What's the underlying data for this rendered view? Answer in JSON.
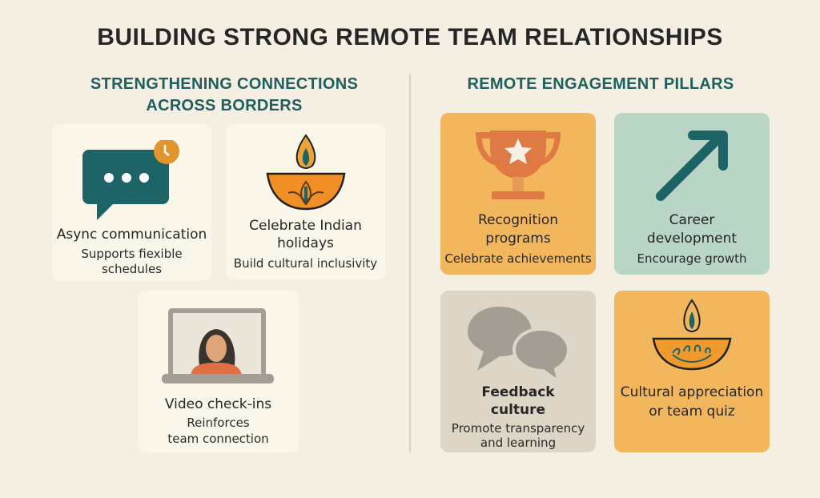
{
  "title": "BUILDING STRONG REMOTE TEAM RELATIONSHIPS",
  "left": {
    "heading_line1": "STRENGTHENING CONNECTIONS",
    "heading_line2": "ACROSS BORDERS",
    "cards": [
      {
        "title": "Async communication",
        "subtitle_line1": "Supports fiexible",
        "subtitle_line2": "schedules",
        "icon": "chat-clock-icon"
      },
      {
        "title_line1": "Celebrate Indian",
        "title_line2": "holidays",
        "subtitle": "Build cultural inclusivity",
        "icon": "diya-lamp-icon"
      },
      {
        "title": "Video check-ins",
        "subtitle_line1": "Reinforces",
        "subtitle_line2": "team connection",
        "icon": "laptop-person-icon"
      }
    ]
  },
  "right": {
    "heading": "REMOTE ENGAGEMENT PILLARS",
    "cards": [
      {
        "title_line1": "Recognition",
        "title_line2": "programs",
        "subtitle": "Celebrate achievements",
        "icon": "trophy-icon",
        "color": "#f2b75c"
      },
      {
        "title_line1": "Career",
        "title_line2": "development",
        "subtitle": "Encourage growth",
        "icon": "arrow-up-right-icon",
        "color": "#b8d5c5"
      },
      {
        "title_line1": "Feedback",
        "title_line2": "culture",
        "subtitle_line1": "Promote transparency",
        "subtitle_line2": "and learning",
        "icon": "speech-bubbles-icon",
        "color": "#ddd6c7"
      },
      {
        "title_line1": "Cultural appreciation",
        "title_line2": "or team quiz",
        "icon": "diya-lamp-icon",
        "color": "#f2b75c"
      }
    ]
  }
}
